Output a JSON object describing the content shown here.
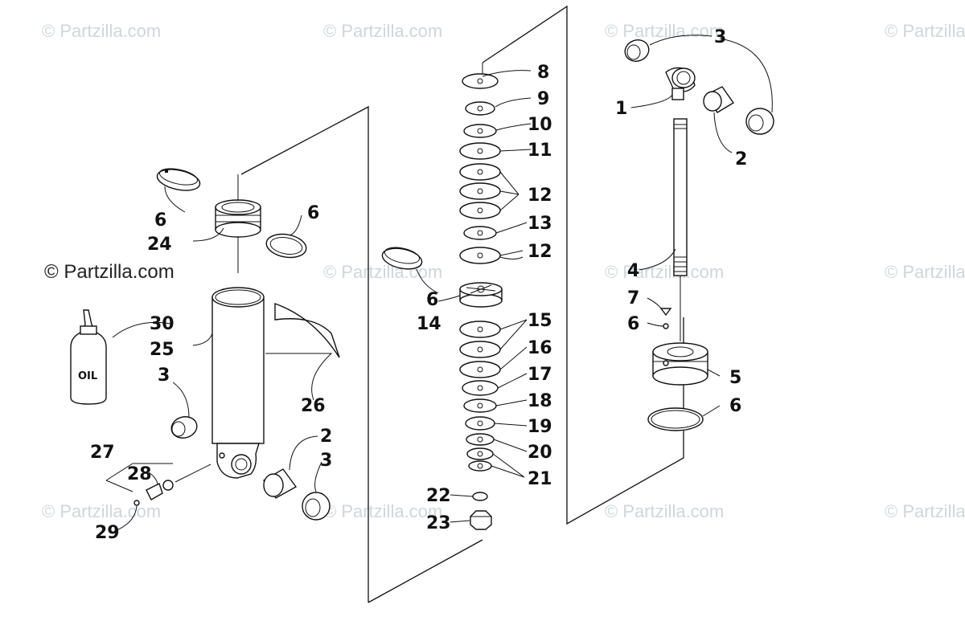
{
  "watermark": "© Partzilla.com",
  "brand": "© Partzilla.com",
  "oil_label": "OIL",
  "callouts": {
    "c1": "1",
    "c2": "2",
    "c3": "3",
    "c4": "4",
    "c5": "5",
    "c6": "6",
    "c7": "7",
    "c8": "8",
    "c9": "9",
    "c10": "10",
    "c11": "11",
    "c12": "12",
    "c13": "13",
    "c14": "14",
    "c15": "15",
    "c16": "16",
    "c17": "17",
    "c18": "18",
    "c19": "19",
    "c20": "20",
    "c21": "21",
    "c22": "22",
    "c23": "23",
    "c24": "24",
    "c25": "25",
    "c26": "26",
    "c27": "27",
    "c28": "28",
    "c29": "29",
    "c30": "30"
  },
  "colors": {
    "line": "#111111",
    "watermark": "#cfd6dc",
    "background": "#ffffff"
  }
}
